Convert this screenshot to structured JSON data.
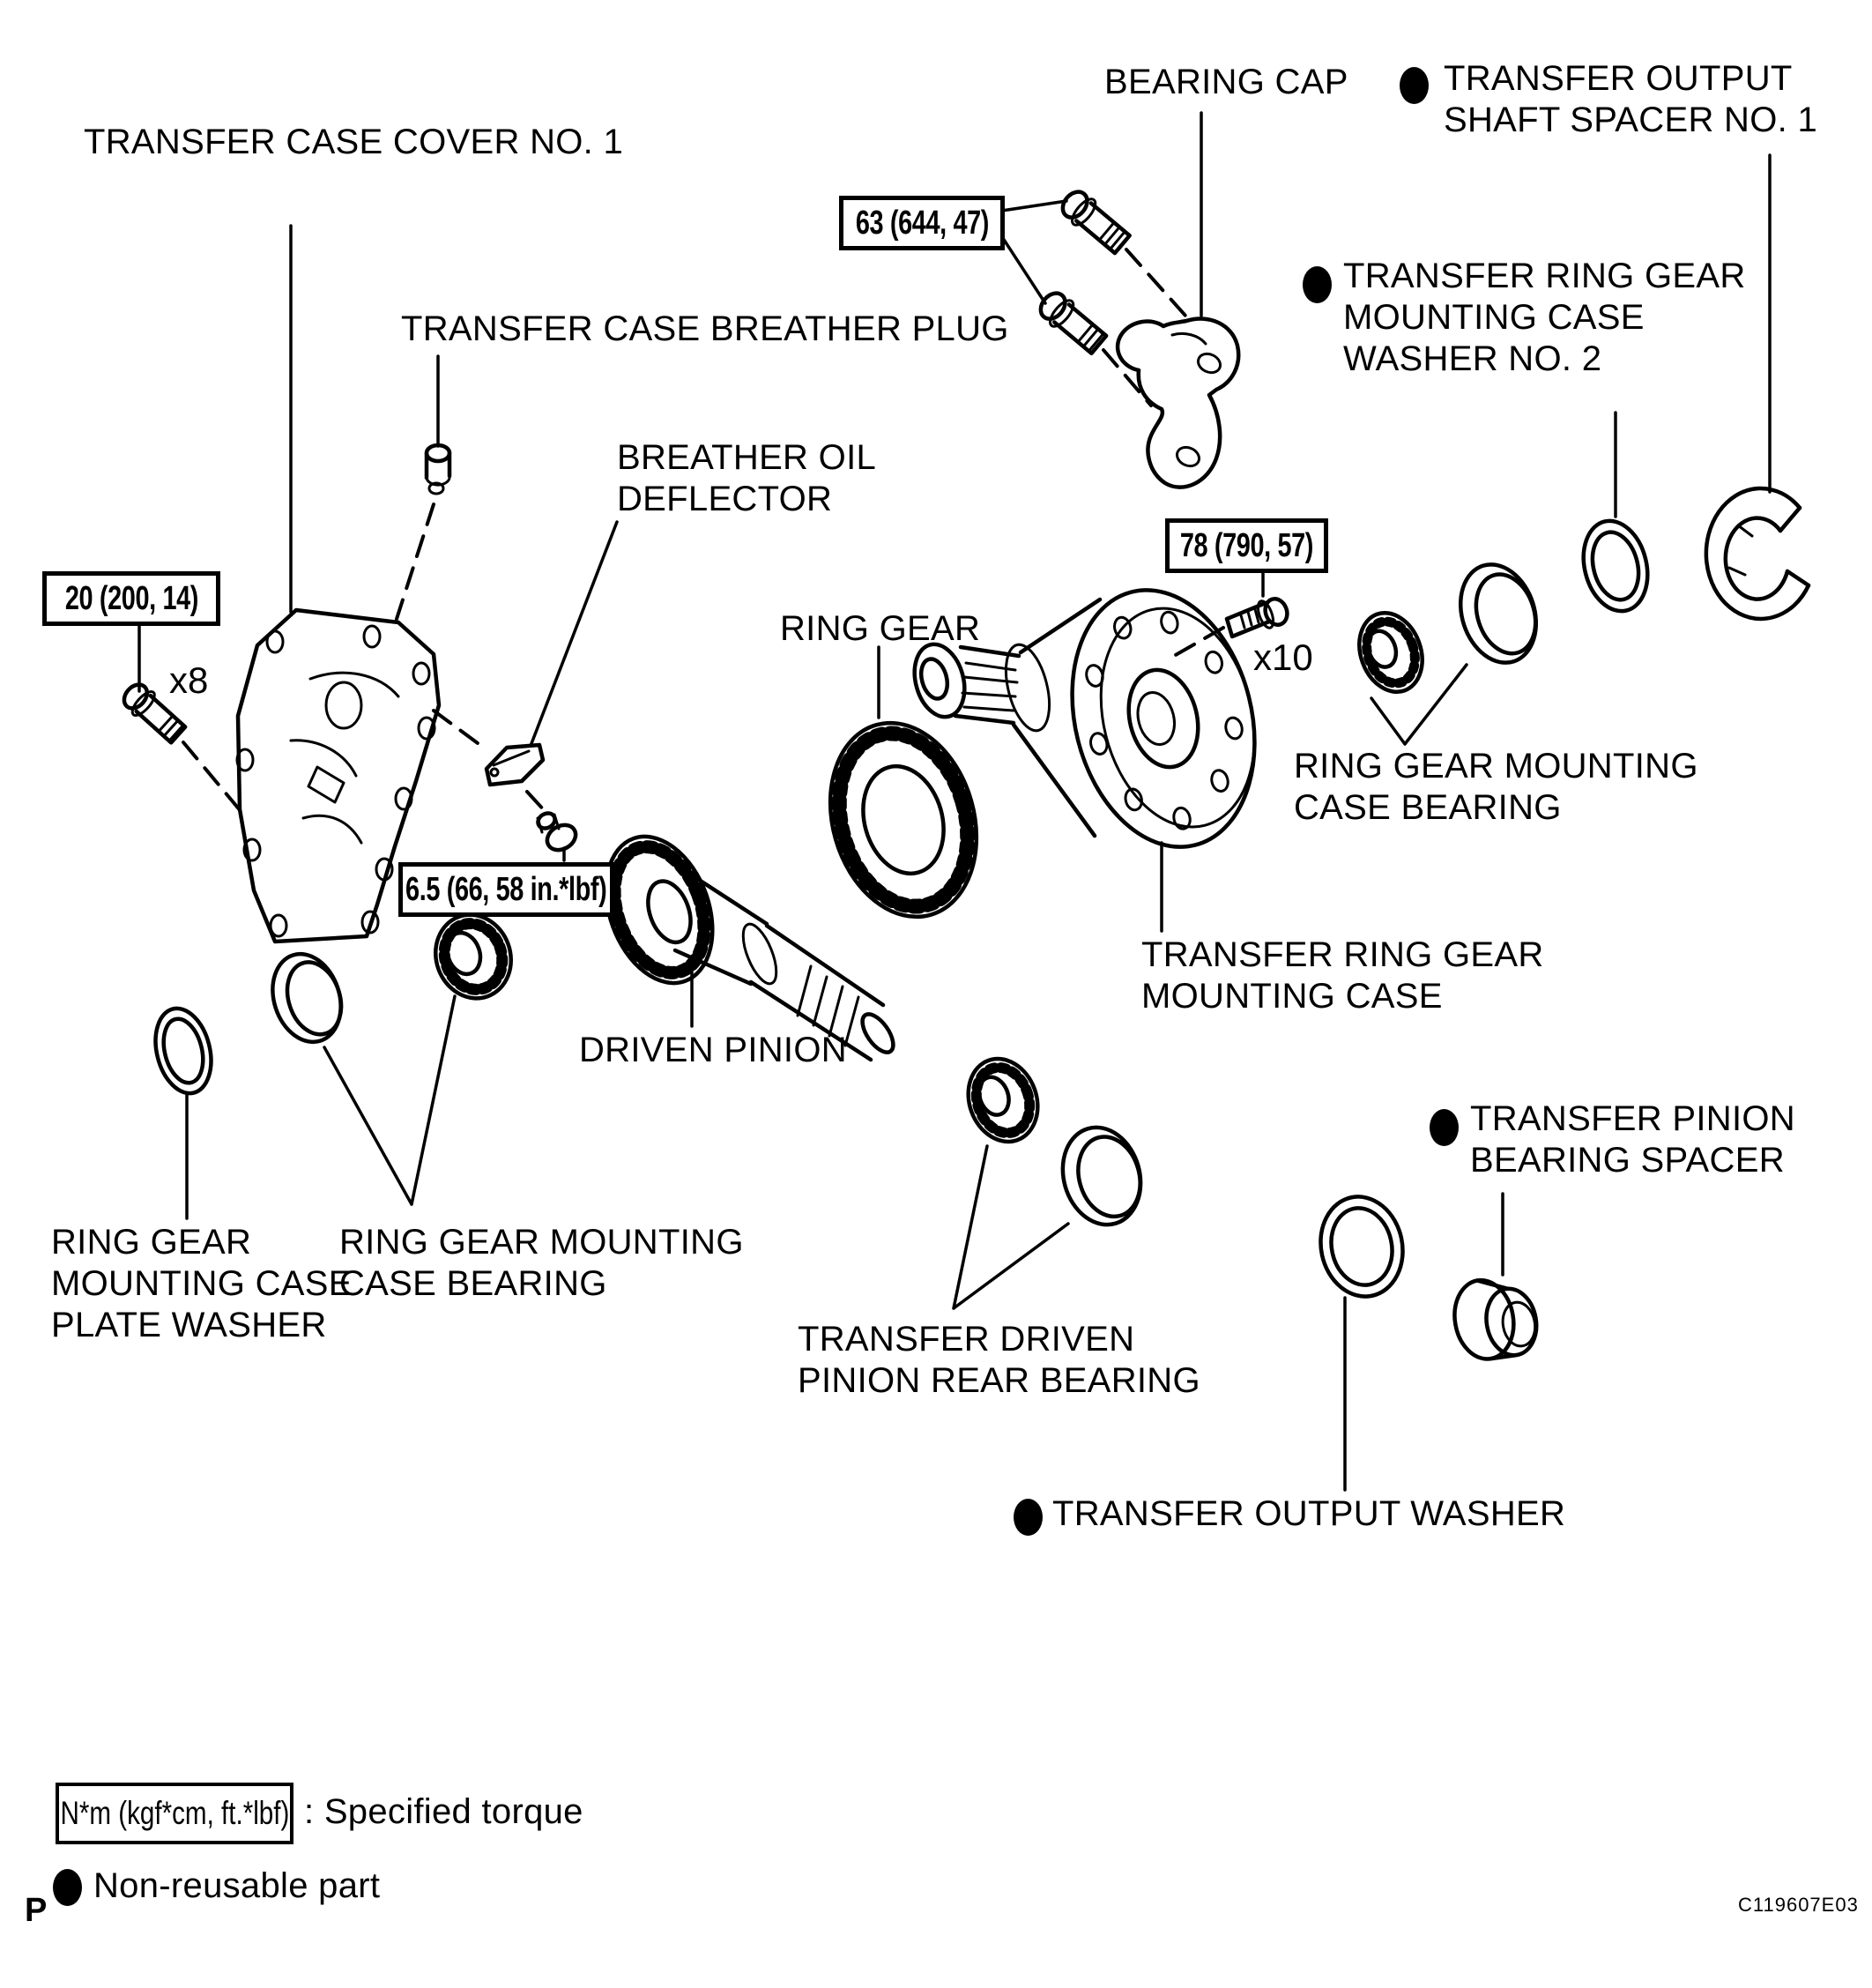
{
  "figure": {
    "code": "C119607E03",
    "page_marker": "P"
  },
  "legend": {
    "torque_units": "N*m (kgf*cm, ft.*lbf)",
    "torque_caption": ": Specified torque",
    "non_reusable": "Non-reusable part"
  },
  "torque": {
    "cover_bolts": "20 (200, 14)",
    "bearing_cap_bolts": "63 (644, 47)",
    "mounting_case_bolts": "78 (790, 57)",
    "deflector_bolt": "6.5 (66, 58 in.*lbf)"
  },
  "quantities": {
    "cover_bolts": "x8",
    "mounting_case_bolts": "x10"
  },
  "labels": {
    "cover": "TRANSFER CASE COVER NO. 1",
    "breather_plug": "TRANSFER CASE BREATHER PLUG",
    "deflector_1": "BREATHER OIL",
    "deflector_2": "DEFLECTOR",
    "ring_gear": "RING GEAR",
    "bearing_cap": "BEARING CAP",
    "output_shaft_spacer_1": "TRANSFER OUTPUT",
    "output_shaft_spacer_2": "SHAFT SPACER NO. 1",
    "mc_washer_1": "TRANSFER RING GEAR",
    "mc_washer_2": "MOUNTING CASE",
    "mc_washer_3": "WASHER NO. 2",
    "mc_bearing_right_1": "RING GEAR MOUNTING",
    "mc_bearing_right_2": "CASE BEARING",
    "mounting_case_1": "TRANSFER RING GEAR",
    "mounting_case_2": "MOUNTING CASE",
    "driven_pinion": "DRIVEN PINION",
    "pinion_spacer_1": "TRANSFER PINION",
    "pinion_spacer_2": "BEARING SPACER",
    "plate_washer_1": "RING GEAR",
    "plate_washer_2": "MOUNTING CASE",
    "plate_washer_3": "PLATE WASHER",
    "mc_bearing_left_1": "RING GEAR MOUNTING",
    "mc_bearing_left_2": "CASE BEARING",
    "rear_bearing_1": "TRANSFER DRIVEN",
    "rear_bearing_2": "PINION REAR BEARING",
    "output_washer": "TRANSFER OUTPUT WASHER"
  }
}
